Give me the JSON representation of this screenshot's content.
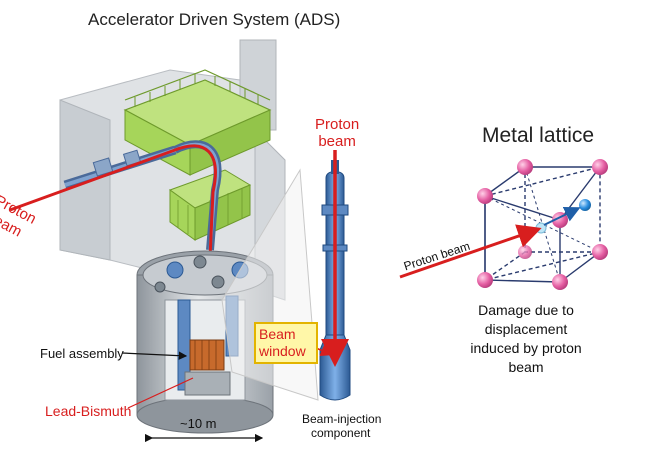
{
  "title": "Accelerator Driven System (ADS)",
  "labels": {
    "proton_beam_left": [
      "Proton",
      "beam"
    ],
    "proton_beam_top": [
      "Proton",
      "beam"
    ],
    "fuel_assembly": "Fuel assembly",
    "lead_bismuth": "Lead-Bismuth",
    "beam_window": [
      "Beam",
      "window"
    ],
    "scale": "~10 m",
    "beam_injection": [
      "Beam-injection",
      "component"
    ]
  },
  "lattice": {
    "title": "Metal lattice",
    "proton_beam": "Proton beam",
    "caption": [
      "Damage due to",
      "displacement",
      "induced by proton",
      "beam"
    ]
  },
  "colors": {
    "beam_red": "#d81e1e",
    "frame_green": "#a6d55a",
    "reactor_gray": "#b7bcc2",
    "pipe_blue": "#3a6fb0",
    "atom_pink": "#e55fa3",
    "lattice_line": "#2a3b6e",
    "ion_blue": "#2a8ee0",
    "beam_window_fill": "#fff7a8"
  }
}
